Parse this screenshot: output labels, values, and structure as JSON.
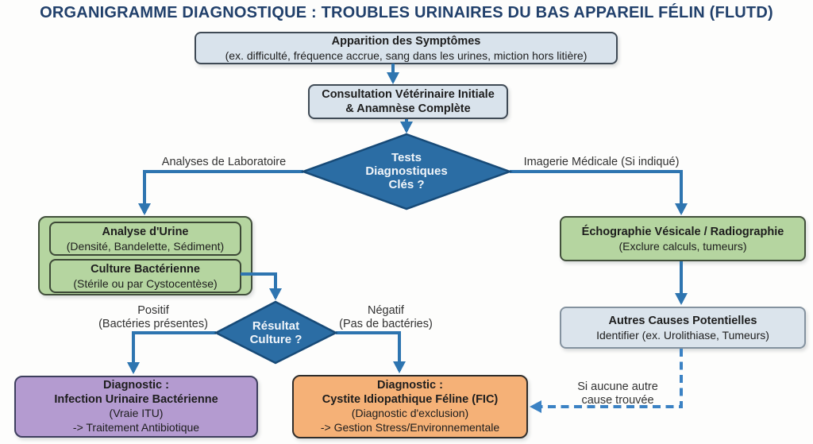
{
  "title": "ORGANIGRAMME DIAGNOSTIQUE : TROUBLES URINAIRES DU BAS APPAREIL FÉLIN (FLUTD)",
  "colors": {
    "background": "#fdfdfc",
    "title_text": "#21406b",
    "box_blue_fill": "#d9e3ec",
    "box_blue_border": "#3f4a55",
    "green_fill": "#b5d5a0",
    "green_border": "#42503c",
    "green_inner_border": "#3c4836",
    "gray_fill": "#dbe4ec",
    "gray_border": "#84929f",
    "diamond_fill": "#2b6da4",
    "diamond_border": "#174a77",
    "purple_fill": "#b49bd0",
    "purple_border": "#3e3f5e",
    "orange_fill": "#f5b177",
    "orange_border": "#2f2d2b",
    "arrow": "#2e75b0",
    "dashed_arrow": "#3b82c4"
  },
  "nodes": {
    "symptoms": {
      "title": "Apparition des Symptômes",
      "subtitle": "(ex. difficulté, fréquence accrue, sang dans les urines, miction hors litière)"
    },
    "consultation": {
      "line1": "Consultation Vétérinaire Initiale",
      "line2": "& Anamnèse Complète"
    },
    "tests_decision": {
      "line1": "Tests",
      "line2": "Diagnostiques",
      "line3": "Clés ?"
    },
    "urine_analysis": {
      "title": "Analyse d'Urine",
      "subtitle": "(Densité, Bandelette, Sédiment)"
    },
    "bacterial_culture": {
      "title": "Culture Bactérienne",
      "subtitle": "(Stérile ou par Cystocentèse)"
    },
    "imaging": {
      "title": "Échographie Vésicale / Radiographie",
      "subtitle": "(Exclure calculs, tumeurs)"
    },
    "other_causes": {
      "title": "Autres Causes Potentielles",
      "subtitle": "Identifier (ex. Urolithiase, Tumeurs)"
    },
    "culture_decision": {
      "line1": "Résultat",
      "line2": "Culture ?"
    },
    "diagnosis_bacterial": {
      "line1": "Diagnostic :",
      "line2": "Infection Urinaire Bactérienne",
      "line3": "(Vraie ITU)",
      "line4": "-> Traitement Antibiotique"
    },
    "diagnosis_fic": {
      "line1": "Diagnostic :",
      "line2": "Cystite Idiopathique Féline (FIC)",
      "line3": "(Diagnostic d'exclusion)",
      "line4": "-> Gestion Stress/Environnementale"
    }
  },
  "edge_labels": {
    "lab": "Analyses de Laboratoire",
    "imaging": "Imagerie Médicale (Si indiqué)",
    "positive_line1": "Positif",
    "positive_line2": "(Bactéries présentes)",
    "negative_line1": "Négatif",
    "negative_line2": "(Pas de bactéries)",
    "fallback_line1": "Si aucune autre",
    "fallback_line2": "cause trouvée"
  }
}
